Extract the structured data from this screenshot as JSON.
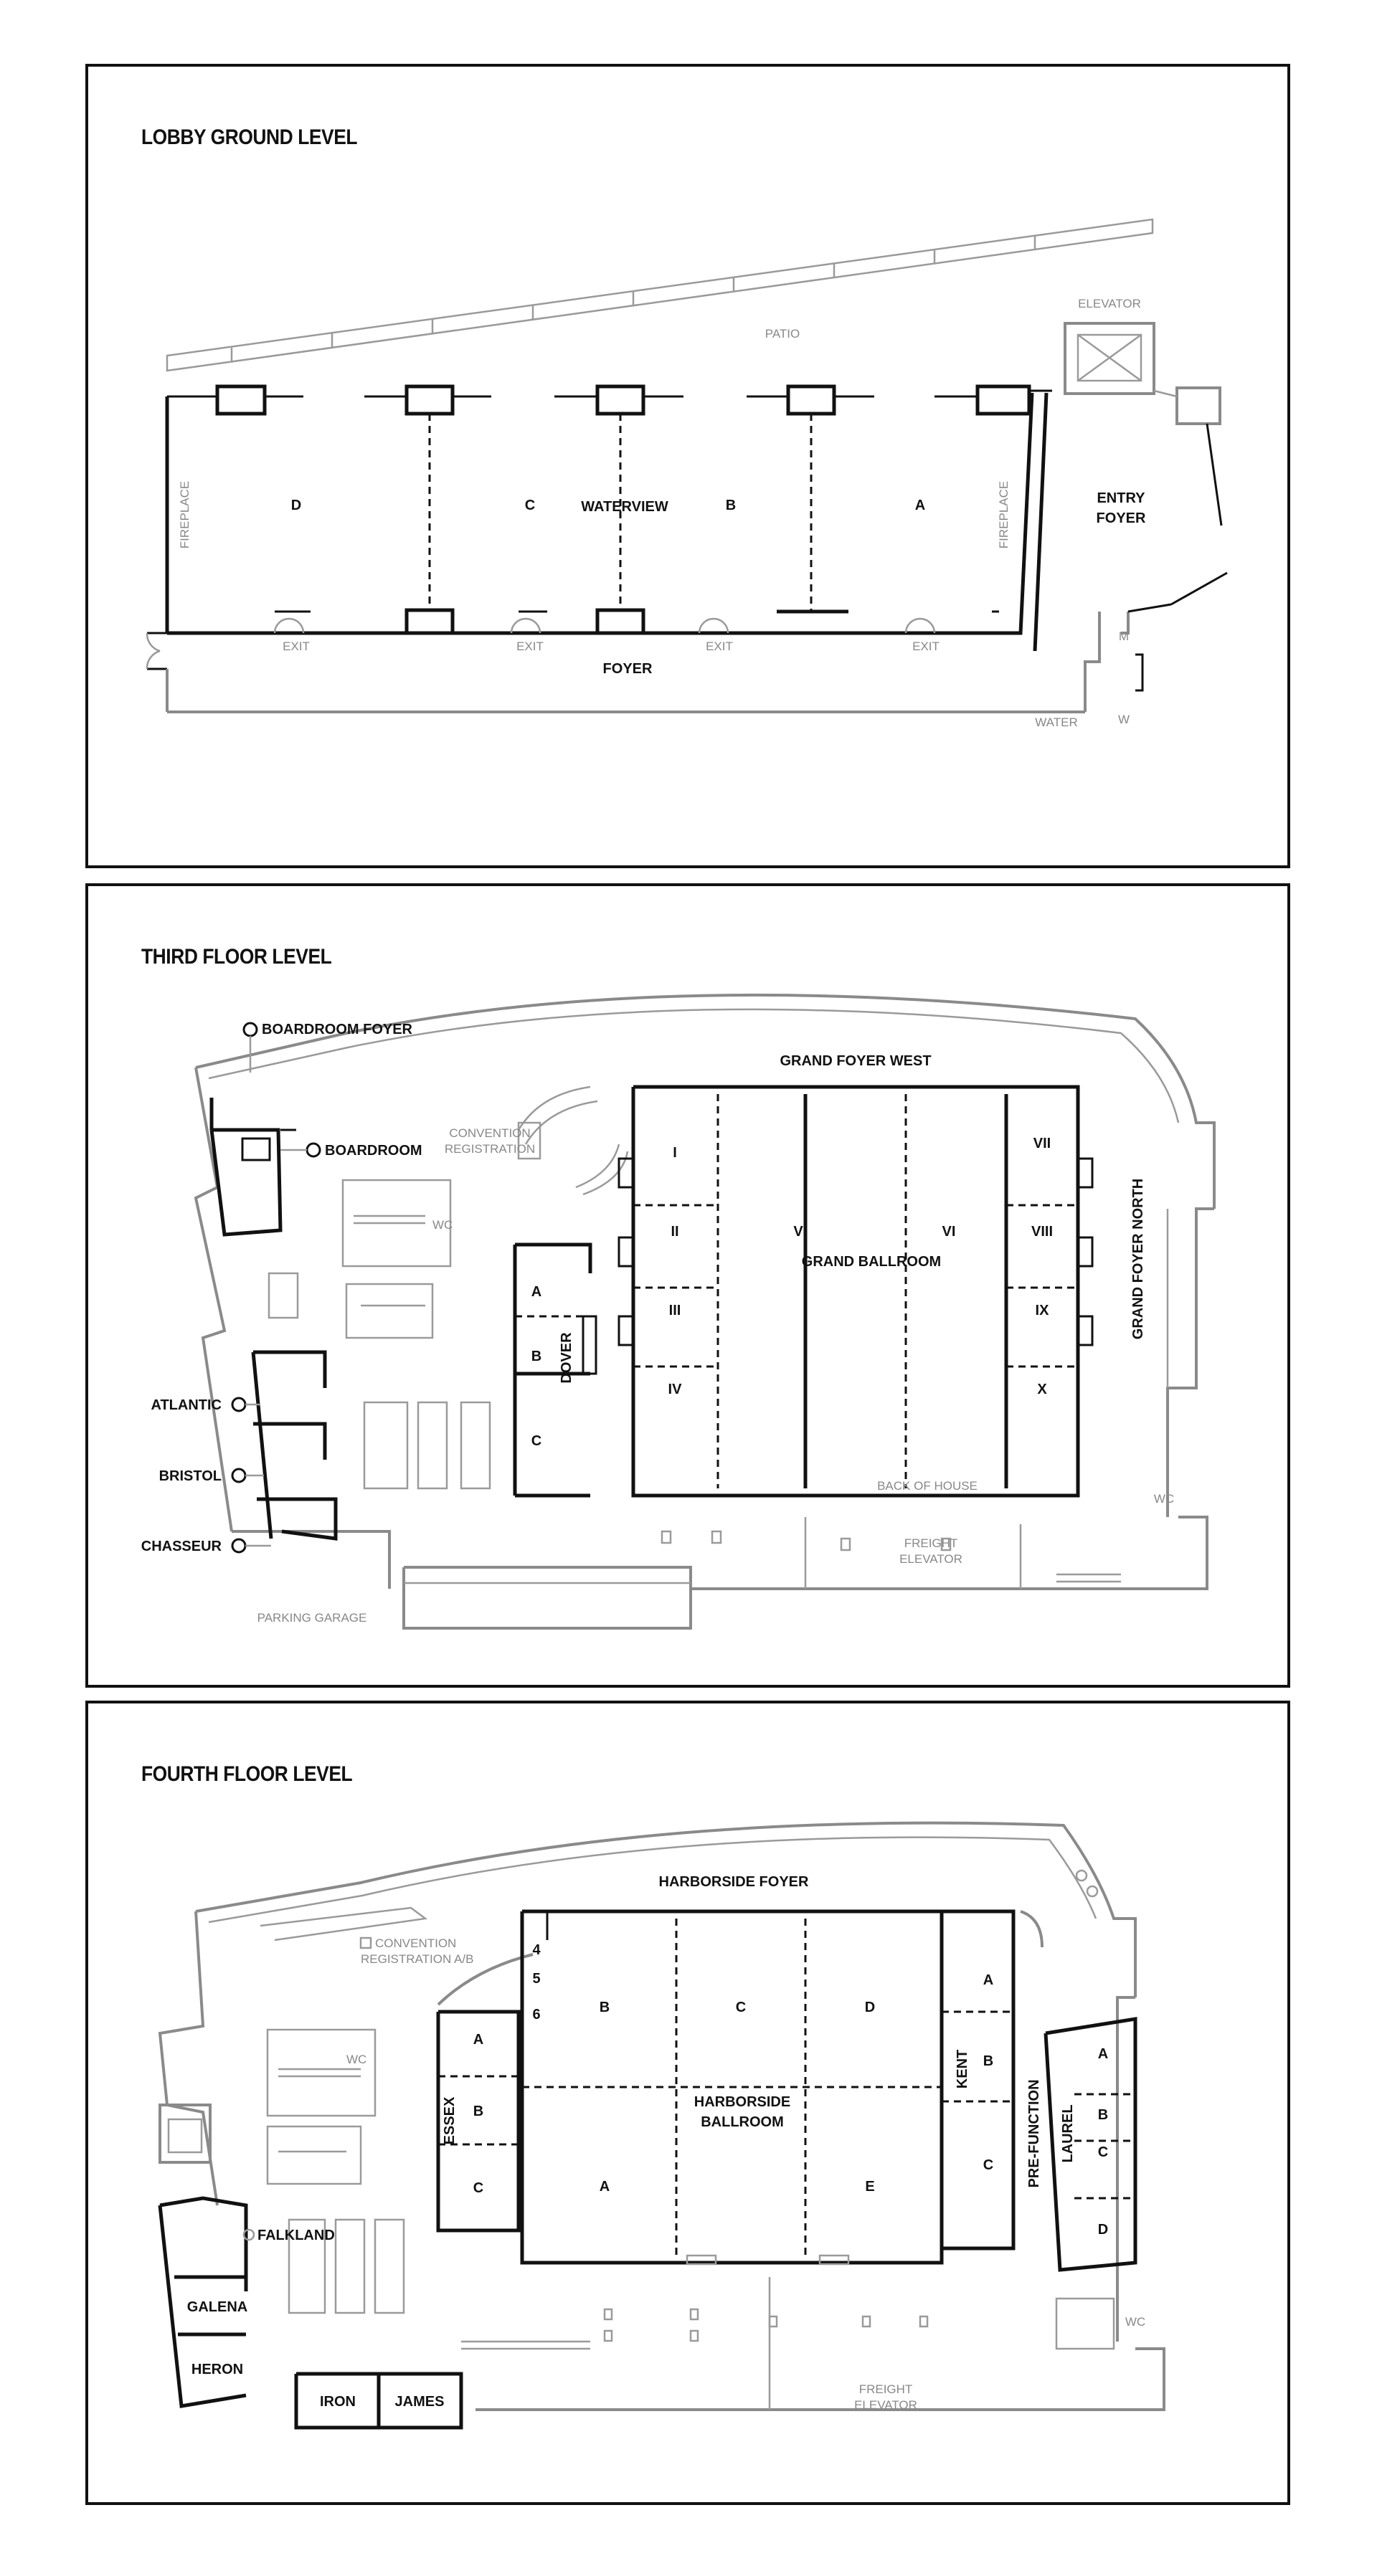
{
  "lobby": {
    "title": "LOBBY GROUND LEVEL",
    "labels": {
      "patio": "PATIO",
      "elevator": "ELEVATOR",
      "entry": "ENTRY",
      "foyer_entry": "FOYER",
      "fireplace": "FIREPLACE",
      "d": "D",
      "c": "C",
      "waterview": "WATERVIEW",
      "b": "B",
      "a": "A",
      "exit": "EXIT",
      "foyer": "FOYER",
      "water": "WATER",
      "m": "M",
      "w": "W"
    }
  },
  "third": {
    "title": "THIRD FLOOR LEVEL",
    "labels": {
      "boardroom_foyer": "BOARDROOM FOYER",
      "boardroom": "BOARDROOM",
      "convention": "CONVENTION",
      "registration": "REGISTRATION",
      "wc": "WC",
      "atlantic": "ATLANTIC",
      "bristol": "BRISTOL",
      "chasseur": "CHASSEUR",
      "parking_garage": "PARKING GARAGE",
      "a": "A",
      "b": "B",
      "c": "C",
      "dover": "DOVER",
      "grand_foyer_west": "GRAND FOYER WEST",
      "grand_ballroom": "GRAND BALLROOM",
      "i": "I",
      "ii": "II",
      "iii": "III",
      "iv": "IV",
      "v": "V",
      "vi": "VI",
      "vii": "VII",
      "viii": "VIII",
      "ix": "IX",
      "x": "X",
      "grand_foyer_north": "GRAND FOYER NORTH",
      "back_of_house": "BACK OF HOUSE",
      "freight": "FREIGHT",
      "elevator": "ELEVATOR"
    }
  },
  "fourth": {
    "title": "FOURTH FLOOR LEVEL",
    "labels": {
      "harborside_foyer": "HARBORSIDE FOYER",
      "convention": "CONVENTION",
      "registration_ab": "REGISTRATION A/B",
      "wc": "WC",
      "essex": "ESSEX",
      "a": "A",
      "b": "B",
      "c": "C",
      "d": "D",
      "e": "E",
      "n4": "4",
      "n5": "5",
      "n6": "6",
      "harborside": "HARBORSIDE",
      "ballroom": "BALLROOM",
      "kent": "KENT",
      "pre_function": "PRE-FUNCTION",
      "laurel": "LAUREL",
      "falkland": "FALKLAND",
      "galena": "GALENA",
      "heron": "HERON",
      "iron": "IRON",
      "james": "JAMES",
      "freight": "FREIGHT",
      "elevator": "ELEVATOR"
    }
  }
}
